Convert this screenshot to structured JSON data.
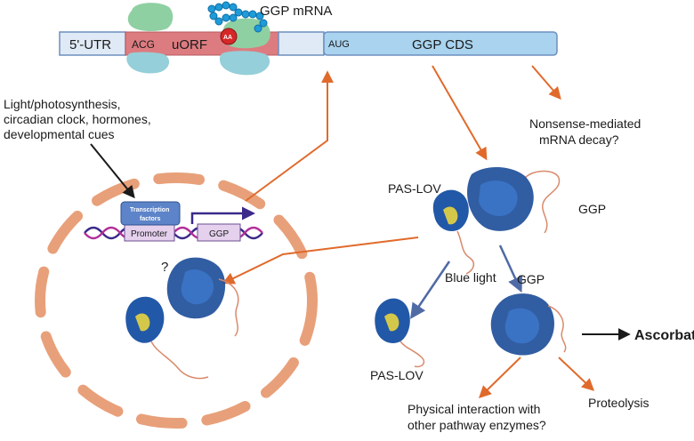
{
  "mrna": {
    "title": "GGP mRNA",
    "utr": "5'-UTR",
    "acg": "ACG",
    "uorf": "uORF",
    "aa_badge": "AA",
    "aug": "AUG",
    "cds": "GGP CDS"
  },
  "signals": {
    "line1": "Light/photosynthesis,",
    "line2": "circadian clock, hormones,",
    "line3": "developmental cues"
  },
  "nucleus": {
    "tf_line1": "Transcription",
    "tf_line2": "factors",
    "promoter": "Promoter",
    "gene": "GGP",
    "question": "?"
  },
  "nmd": {
    "line1": "Nonsense-mediated",
    "line2": "mRNA decay?"
  },
  "protein": {
    "pas_lov_top": "PAS-LOV",
    "ggp_top": "GGP",
    "blue_light": "Blue light",
    "ggp_right": "GGP",
    "pas_lov_bottom": "PAS-LOV",
    "ascorbate": "Ascorbate",
    "proteolysis": "Proteolysis",
    "physical_line1": "Physical interaction with",
    "physical_line2": "other pathway enzymes?"
  },
  "colors": {
    "arrow_orange": "#e06a2b",
    "arrow_blue": "#4f6aa5",
    "nucleus_dash": "#e8a07a",
    "uorf_red": "#dd7c80",
    "cds_blue": "#a9d3ef",
    "protein_blue": "#1f4f9a"
  }
}
